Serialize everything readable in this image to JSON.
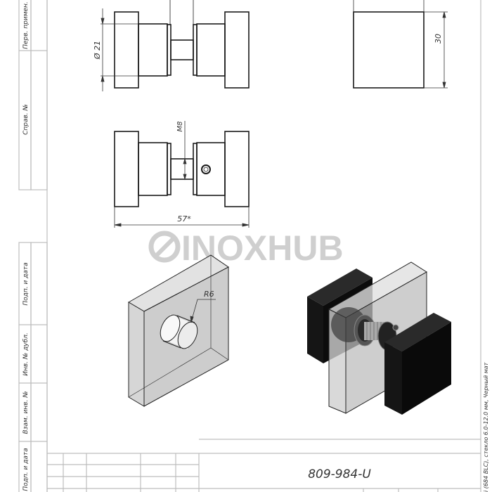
{
  "margin_labels": [
    "Перв. примен.",
    "Справ. №",
    "Подп. и дата",
    "Инв. № дубл.",
    "Взам. инв. №",
    "Подп. и дата"
  ],
  "dimensions": {
    "diameter": "Ø 21",
    "height": "30",
    "thread": "M8",
    "length": "57*",
    "radius": "R6"
  },
  "watermark": "INOXHUB",
  "title_block": {
    "designation": "809-984-U",
    "side_note": "i (684 BLC), стекло 6.0-12.0 мм, Черный мат"
  },
  "colors": {
    "line": "#1a1a1a",
    "glass": "#c8c8c8",
    "knob": "#111111",
    "frame": "#bdbdbd",
    "watermark": "#cfcfcf"
  }
}
